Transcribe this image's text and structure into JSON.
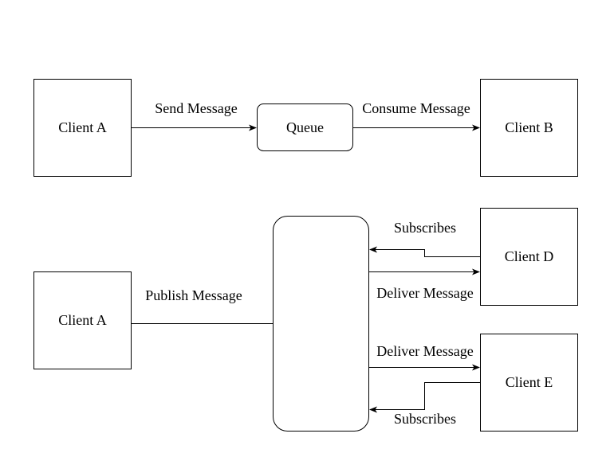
{
  "diagram": {
    "top": {
      "client_a": "Client A",
      "queue": "Queue",
      "client_b": "Client B",
      "send_label": "Send Message",
      "consume_label": "Consume Message"
    },
    "bottom": {
      "client_a": "Client A",
      "broker": "",
      "client_d": "Client D",
      "client_e": "Client E",
      "publish_label": "Publish Message",
      "subscribes_d_label": "Subscribes",
      "deliver_d_label": "Deliver Message",
      "deliver_e_label": "Deliver Message",
      "subscribes_e_label": "Subscribes"
    }
  }
}
